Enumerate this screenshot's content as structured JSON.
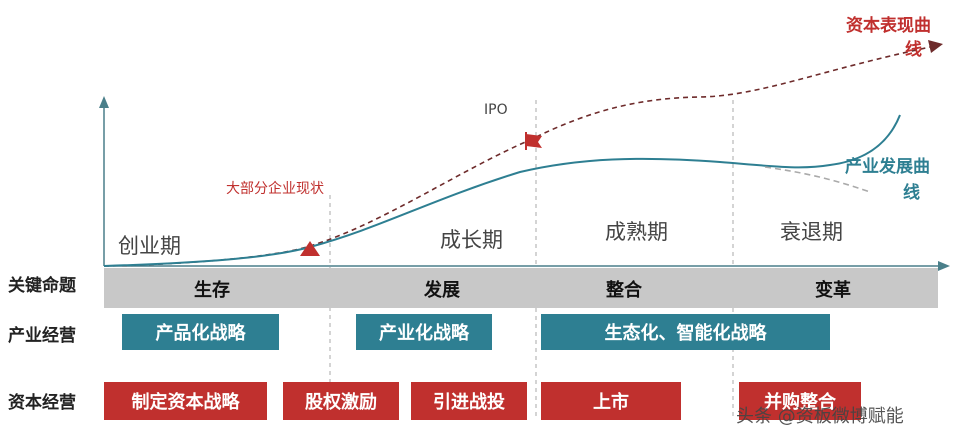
{
  "row_labels": {
    "key_issue": "关键命题",
    "industry": "产业经营",
    "capital": "资本经营"
  },
  "stages": [
    "创业期",
    "成长期",
    "成熟期",
    "衰退期"
  ],
  "band_labels": [
    "生存",
    "发展",
    "整合",
    "变革"
  ],
  "industry_boxes": [
    "产品化战略",
    "产业化战略",
    "生态化、智能化战略"
  ],
  "capital_boxes": [
    "制定资本战略",
    "股权激励",
    "引进战投",
    "上市",
    "并购整合"
  ],
  "annotations": {
    "ipo": "IPO",
    "current": "大部分企业现状",
    "capital_curve_line1": "资本表现曲",
    "capital_curve_line2": "线",
    "industry_curve_line1": "产业发展曲",
    "industry_curve_line2": "线"
  },
  "watermark": "头条 @资板微博赋能",
  "colors": {
    "teal": "#2e7f92",
    "red": "#c0302e",
    "band": "#c8c8c8",
    "industry_curve": "#2e7f92",
    "capital_curve": "#6e2b2b"
  }
}
